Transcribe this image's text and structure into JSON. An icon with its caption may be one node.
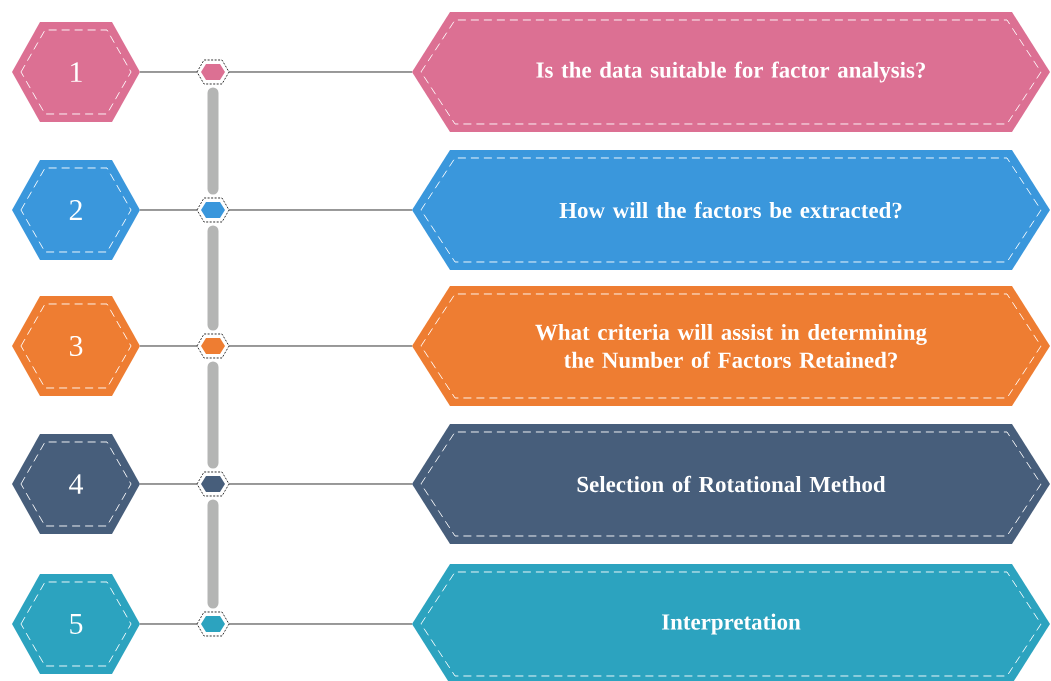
{
  "diagram": {
    "nodes": [
      {
        "text": [
          "1"
        ]
      },
      {
        "text": [],
        "shape": "hexagon"
      },
      {
        "text": [
          "Is the data suitable for factor analysis?"
        ]
      },
      {
        "text": [
          "2"
        ]
      },
      {
        "text": [],
        "shape": "hexagon"
      },
      {
        "text": [
          "How will the factors be extracted?"
        ]
      },
      {
        "text": [
          "3"
        ]
      },
      {
        "text": [],
        "shape": "hexagon"
      },
      {
        "text": [
          "What criteria will assist in determining the Number of Factors Retained?"
        ]
      },
      {
        "text": [
          "4"
        ]
      },
      {
        "text": [],
        "shape": "hexagon"
      },
      {
        "text": [
          "Selection of Rotational Method"
        ]
      },
      {
        "text": [
          "5"
        ]
      },
      {
        "text": [],
        "shape": "hexagon"
      },
      {
        "text": [
          "Interpretation"
        ]
      }
    ],
    "edges": [
      {
        "from": 0,
        "to": 1,
        "arrow": "none"
      },
      {
        "from": 1,
        "to": 2,
        "arrow": "none"
      },
      {
        "from": 3,
        "to": 4,
        "arrow": "none"
      },
      {
        "from": 4,
        "to": 5,
        "arrow": "none"
      },
      {
        "from": 6,
        "to": 7,
        "arrow": "none"
      },
      {
        "from": 7,
        "to": 8,
        "arrow": "none"
      },
      {
        "from": 9,
        "to": 10,
        "arrow": "none"
      },
      {
        "from": 10,
        "to": 11,
        "arrow": "none"
      },
      {
        "from": 12,
        "to": 13,
        "arrow": "none"
      },
      {
        "from": 13,
        "to": 14,
        "arrow": "none"
      },
      {
        "from": 1,
        "to": 4,
        "arrow": "none",
        "style": "thick",
        "color": "#b4b5b4"
      },
      {
        "from": 4,
        "to": 7,
        "arrow": "none",
        "style": "thick",
        "color": "#b4b5b4"
      },
      {
        "from": 7,
        "to": 10,
        "arrow": "none",
        "style": "thick",
        "color": "#b4b5b4"
      },
      {
        "from": 10,
        "to": 13,
        "arrow": "none",
        "style": "thick",
        "color": "#b4b5b4"
      }
    ]
  }
}
